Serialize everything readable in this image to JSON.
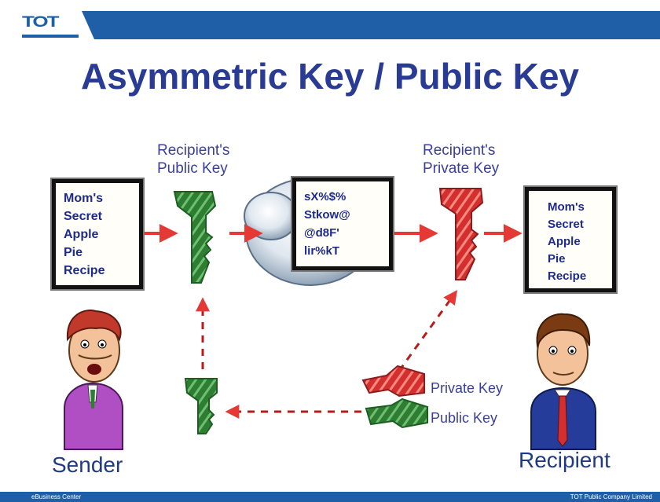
{
  "header": {
    "logo_text": "TOT"
  },
  "title": "Asymmetric Key / Public Key",
  "captions": {
    "recipient_public_key": [
      "Recipient's",
      "Public Key"
    ],
    "recipient_private_key": [
      "Recipient's",
      "Private Key"
    ]
  },
  "plaintext_note": [
    "Mom's",
    "Secret",
    "Apple",
    "Pie",
    "Recipe"
  ],
  "ciphertext_note": [
    "sX%$%",
    "Stkow@",
    "@d8F'",
    "lir%kT"
  ],
  "decrypted_note": [
    "Mom's",
    "Secret",
    "Apple",
    "Pie",
    "Recipe"
  ],
  "key_pair": {
    "private_label": "Private Key",
    "public_label": "Public Key"
  },
  "people": {
    "sender_label": "Sender",
    "recipient_label": "Recipient"
  },
  "footer": {
    "left_text": "eBusiness Center",
    "right_text": "TOT Public Company Limited"
  },
  "colors": {
    "brand_blue": "#1f5fa8",
    "title_blue": "#2a3b93",
    "public_key_green": "#2e7d32",
    "private_key_red": "#d32f2f",
    "arrow_red": "#e53935"
  }
}
